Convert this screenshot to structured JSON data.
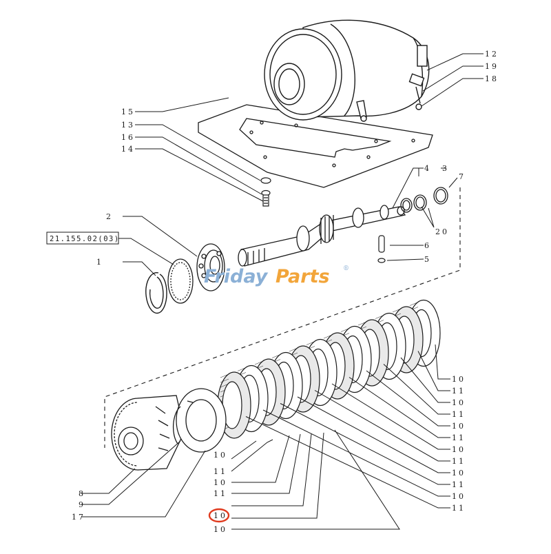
{
  "diagram": {
    "reference_box": "21.155.02(03)",
    "watermark": {
      "part1": "Friday",
      "part2": "Parts",
      "mark": "®"
    },
    "callouts_top": [
      "15",
      "13",
      "16",
      "14"
    ],
    "callouts_top_right": [
      "12",
      "19",
      "18"
    ],
    "callouts_mid_right": [
      "4",
      "3",
      "7",
      "20",
      "6",
      "5"
    ],
    "callouts_mid_left": [
      "2",
      "1"
    ],
    "callouts_bottom_left": [
      "8",
      "9",
      "17"
    ],
    "callouts_bottom_center": [
      "10",
      "11",
      "10",
      "11",
      "10",
      "10"
    ],
    "callouts_bottom_right": [
      "10",
      "11",
      "10",
      "11",
      "10",
      "11",
      "10",
      "11",
      "10",
      "11",
      "10",
      "11"
    ],
    "highlight_color": "#e03a1e",
    "line_color": "#1a1a1a"
  }
}
